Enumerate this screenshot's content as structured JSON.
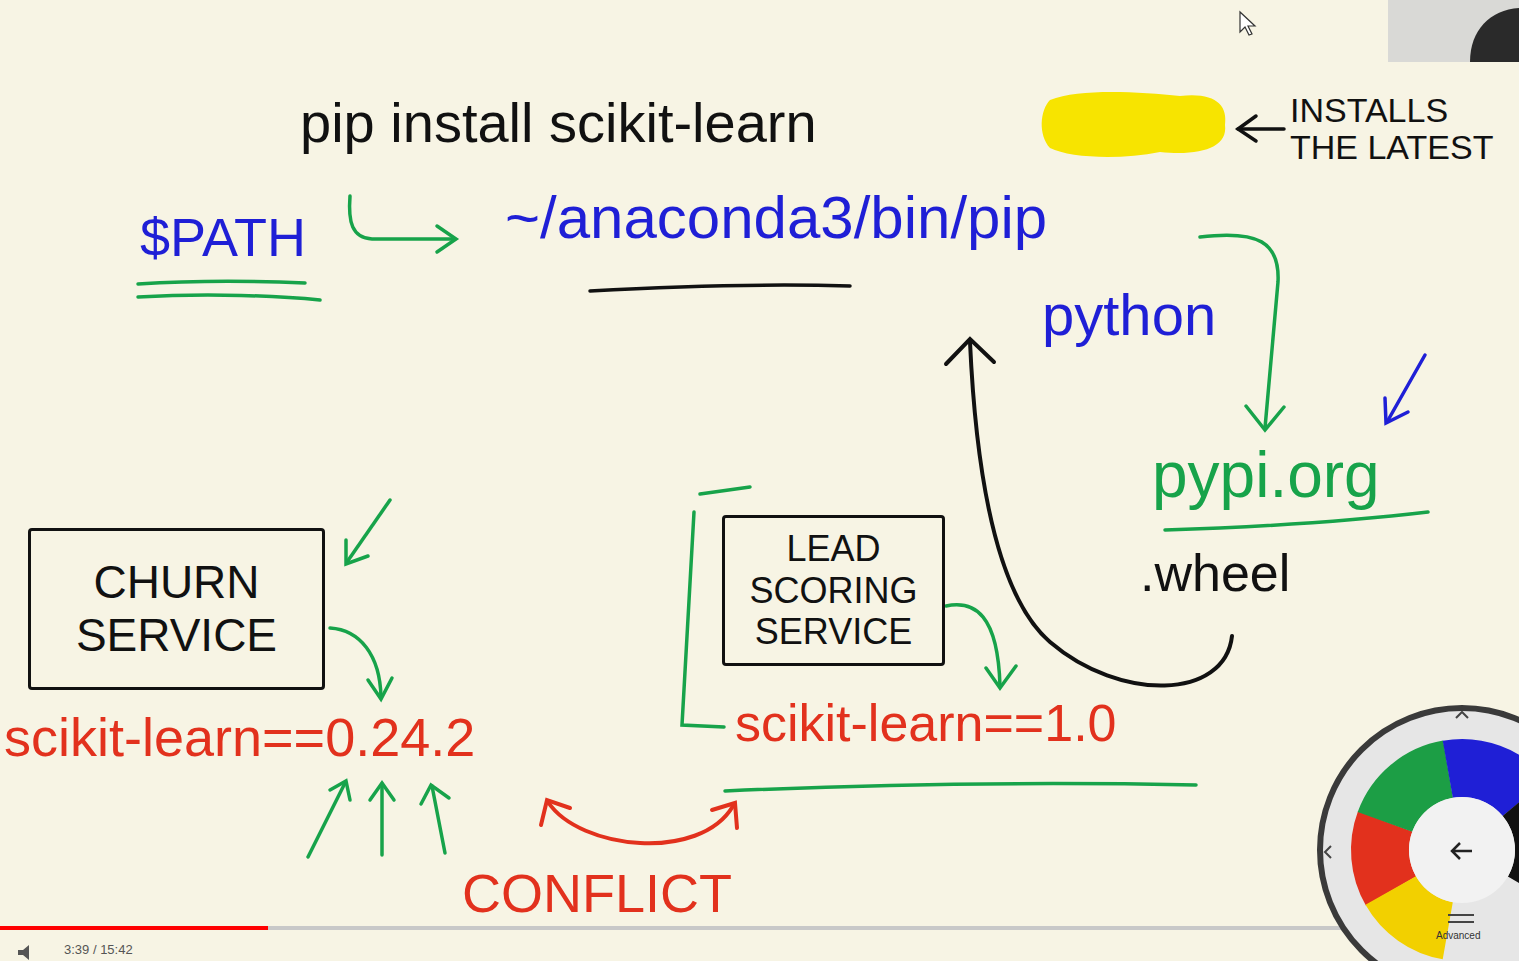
{
  "diagram": {
    "nodes": [
      {
        "text": [
          "CHURN SERVICE"
        ]
      },
      {
        "text": [
          "LEAD SCORING SERVICE"
        ]
      }
    ],
    "labels": [
      "pip install scikit-learn",
      "INSTALLS THE LATEST",
      "$PATH",
      "~/anaconda3/bin/pip",
      "python",
      "pypi.org",
      ".wheel",
      "scikit-learn==0.24.2",
      "scikit-learn==1.0",
      "CONFLICT",
      "3:39 / 15:42",
      "Advanced"
    ]
  }
}
